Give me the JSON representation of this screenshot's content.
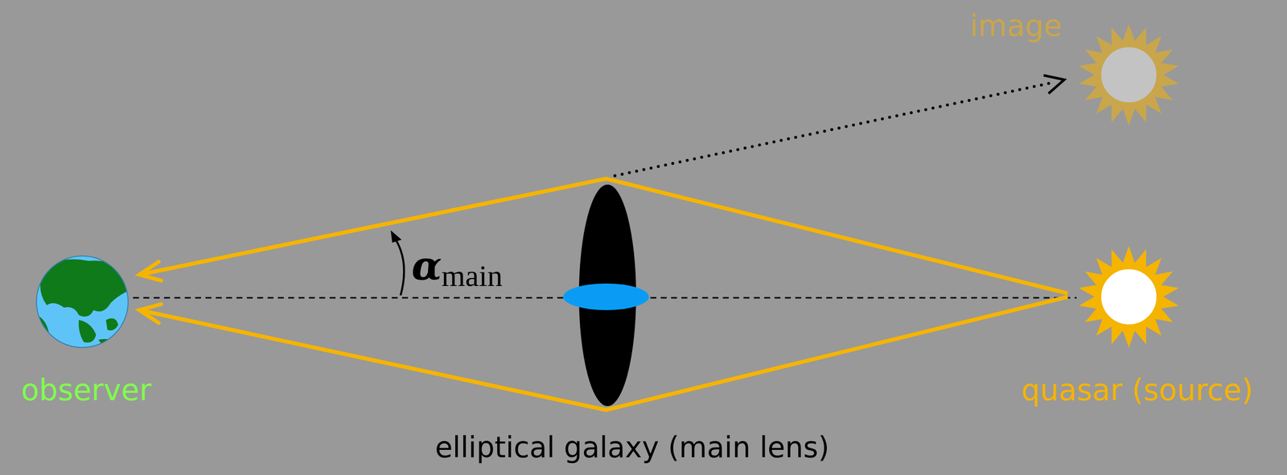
{
  "diagram": {
    "labels": [
      "image",
      "observer",
      "α",
      "main",
      "quasar (source)",
      "elliptical galaxy (main lens)"
    ]
  }
}
